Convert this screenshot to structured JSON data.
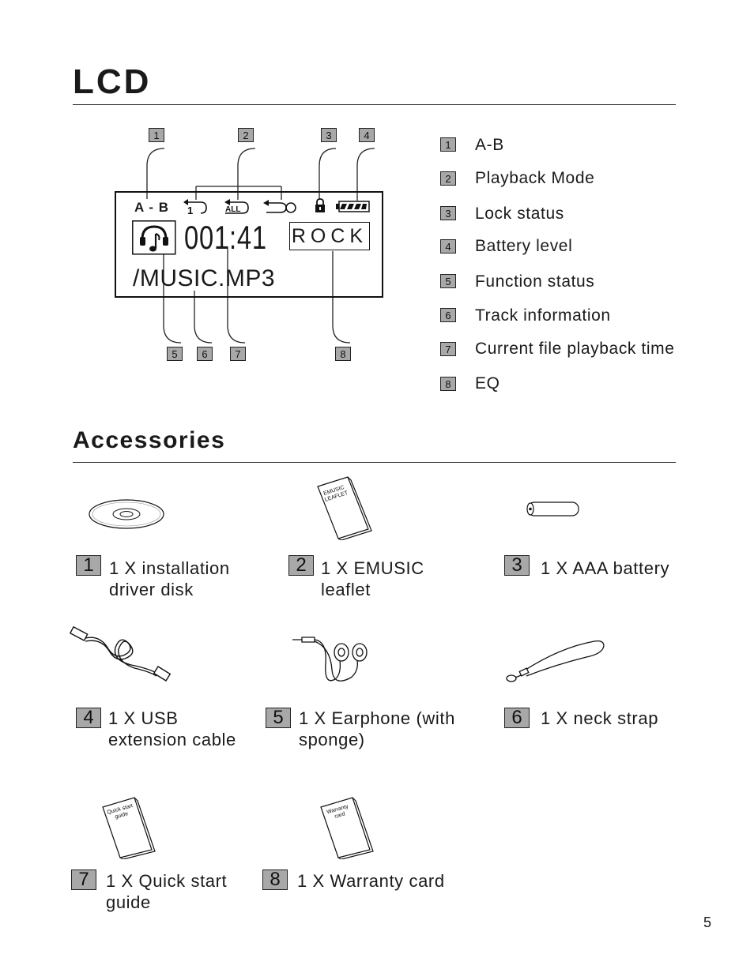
{
  "lcd_section": {
    "title": "LCD",
    "display": {
      "ab": "A - B",
      "repeat_one": "1",
      "repeat_all": "ALL",
      "time": "001:41",
      "eq": "ROCK",
      "filename": "/MUSIC.MP3"
    },
    "callouts_top": [
      "1",
      "2",
      "3",
      "4"
    ],
    "callouts_bottom": [
      "5",
      "6",
      "7",
      "8"
    ],
    "legend": [
      {
        "num": "1",
        "label": "A-B"
      },
      {
        "num": "2",
        "label": "Playback Mode"
      },
      {
        "num": "3",
        "label": "Lock status"
      },
      {
        "num": "4",
        "label": "Battery level"
      },
      {
        "num": "5",
        "label": "Function status"
      },
      {
        "num": "6",
        "label": "Track information"
      },
      {
        "num": "7",
        "label": "Current file playback time"
      },
      {
        "num": "8",
        "label": "EQ"
      }
    ]
  },
  "accessories_section": {
    "title": "Accessories",
    "items": [
      {
        "num": "1",
        "line1": "1 X installation",
        "line2": "driver disk"
      },
      {
        "num": "2",
        "line1": "1 X EMUSIC",
        "line2": "leaflet",
        "art_text1": "EMUSIC",
        "art_text2": "LEAFLET"
      },
      {
        "num": "3",
        "line1": "1 X AAA battery",
        "line2": ""
      },
      {
        "num": "4",
        "line1": "1 X USB",
        "line2": "extension cable"
      },
      {
        "num": "5",
        "line1": "1 X Earphone (with",
        "line2": "sponge)"
      },
      {
        "num": "6",
        "line1": "1 X neck strap",
        "line2": ""
      },
      {
        "num": "7",
        "line1": "1 X Quick start",
        "line2": "guide",
        "art_text1": "Quick start",
        "art_text2": "guide"
      },
      {
        "num": "8",
        "line1": "1 X Warranty card",
        "line2": "",
        "art_text1": "Warranty",
        "art_text2": "card"
      }
    ]
  },
  "page_number": "5"
}
